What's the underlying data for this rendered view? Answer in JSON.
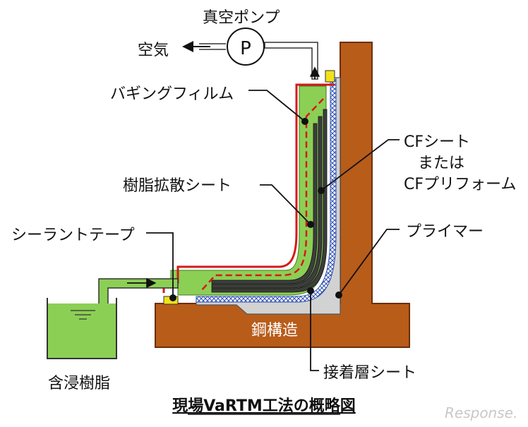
{
  "labels": {
    "vacuum_pump": "真空ポンプ",
    "pump_symbol": "P",
    "air": "空気",
    "bagging_film": "バギングフィルム",
    "cf_sheet": "CFシート",
    "or": "または",
    "cf_preform": "CFプリフォーム",
    "resin_diffusion_sheet": "樹脂拡散シート",
    "sealant_tape": "シーラントテープ",
    "primer": "プライマー",
    "impregnating_resin": "含浸樹脂",
    "steel_structure": "鋼構造",
    "adhesive_layer_sheet": "接着層シート"
  },
  "caption": "現場VaRTM工法の概略図",
  "watermark": "Response.",
  "colors": {
    "steel": "#b85c1a",
    "steel_edge": "#6b2f08",
    "resin": "#8ccf55",
    "resin_edge": "#3f7a1a",
    "bag_film": "#d41a1a",
    "cf_layers": "#3d3d3d",
    "primer": "#cfcfcf",
    "adhesive_mesh": "#2e4fb0",
    "sealant": "#f2e21a"
  }
}
